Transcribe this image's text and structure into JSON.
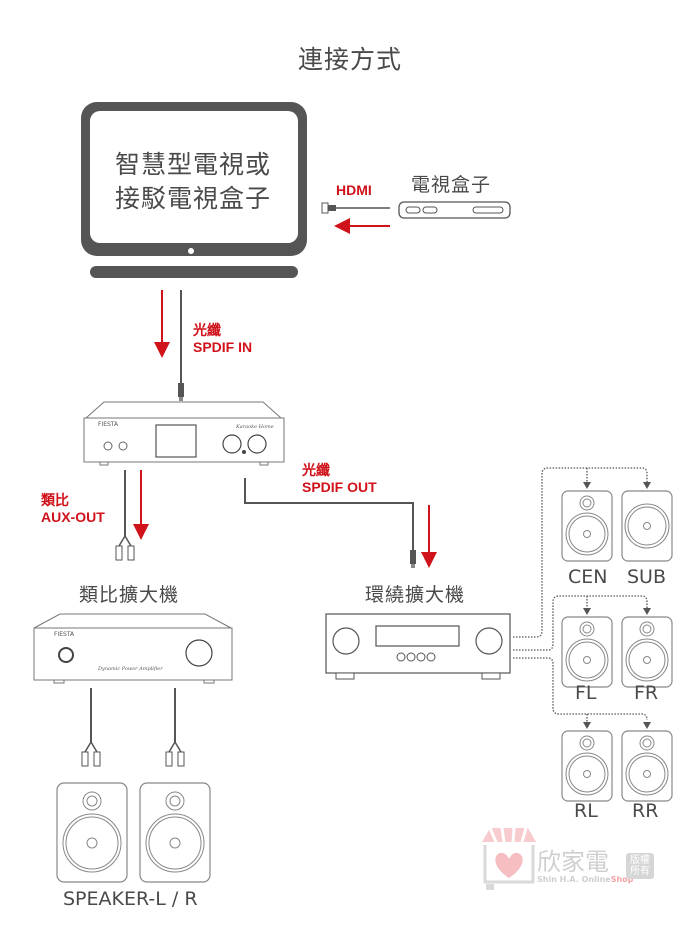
{
  "title": "連接方式",
  "tv": {
    "line1": "智慧型電視或",
    "line2": "接駁電視盒子"
  },
  "tv_box": {
    "label": "電視盒子"
  },
  "cables": {
    "hdmi": "HDMI",
    "spdif_in": {
      "line1": "光纖",
      "line2": "SPDIF IN"
    },
    "aux_out": {
      "line1": "類比",
      "line2": "AUX-OUT"
    },
    "spdif_out": {
      "line1": "光纖",
      "line2": "SPDIF OUT"
    }
  },
  "dac": {
    "brand": "FIESTA",
    "script_label": "Karaoke Home"
  },
  "analog_amp": {
    "label": "類比擴大機",
    "brand": "FIESTA",
    "script_label": "Dynamic Power Amplifier"
  },
  "surround_amp": {
    "label": "環繞擴大機"
  },
  "speakers": {
    "stereo_label": "SPEAKER-L / R",
    "surround": [
      "CEN",
      "SUB",
      "FL",
      "FR",
      "RL",
      "RR"
    ]
  },
  "watermark": {
    "brand": "欣家電",
    "sub_gray": "Shin H.A. Online",
    "sub_red": "Shop",
    "badge_line1": "版權",
    "badge_line2": "所有"
  },
  "colors": {
    "accent_red": "#d0121b",
    "line_gray": "#555555",
    "tv_frame": "#555555"
  }
}
